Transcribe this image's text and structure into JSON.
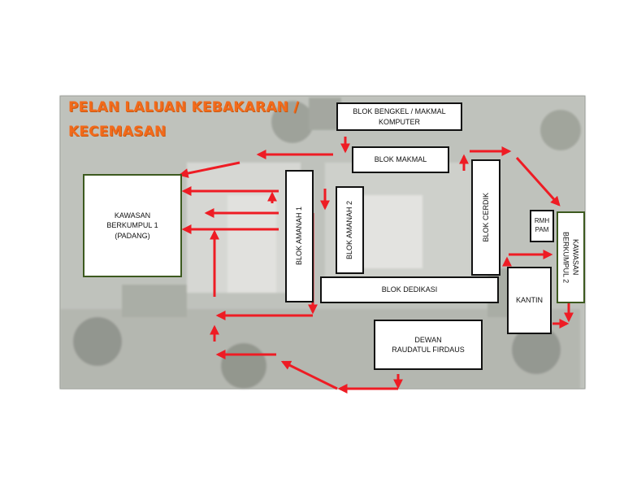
{
  "title": {
    "line1": "PELAN LALUAN KEBAKARAN /",
    "line2": "KECEMASAN"
  },
  "buildings": {
    "blok_bengkel": "BLOK BENGKEL / MAKMAL\nKOMPUTER",
    "blok_makmal": "BLOK MAKMAL",
    "kawasan_berkumpul_1": "KAWASAN\nBERKUMPUL 1\n(PADANG)",
    "blok_amanah_1": "BLOK AMANAH 1",
    "blok_amanah_2": "BLOK AMANAH 2",
    "blok_cerdik": "BLOK CERDIK",
    "rmh_pam": "RMH\nPAM",
    "kawasan_berkumpul_2": "KAWASAN\nBERKUMPUL 2",
    "blok_dedikasi": "BLOK DEDIKASI",
    "kantin": "KANTIN",
    "dewan": "DEWAN\nRAUDATUL FIRDAUS"
  },
  "colors": {
    "arrow": "#ee1c24",
    "title": "#f26a1b",
    "assembly_border": "#3d5a1f"
  }
}
